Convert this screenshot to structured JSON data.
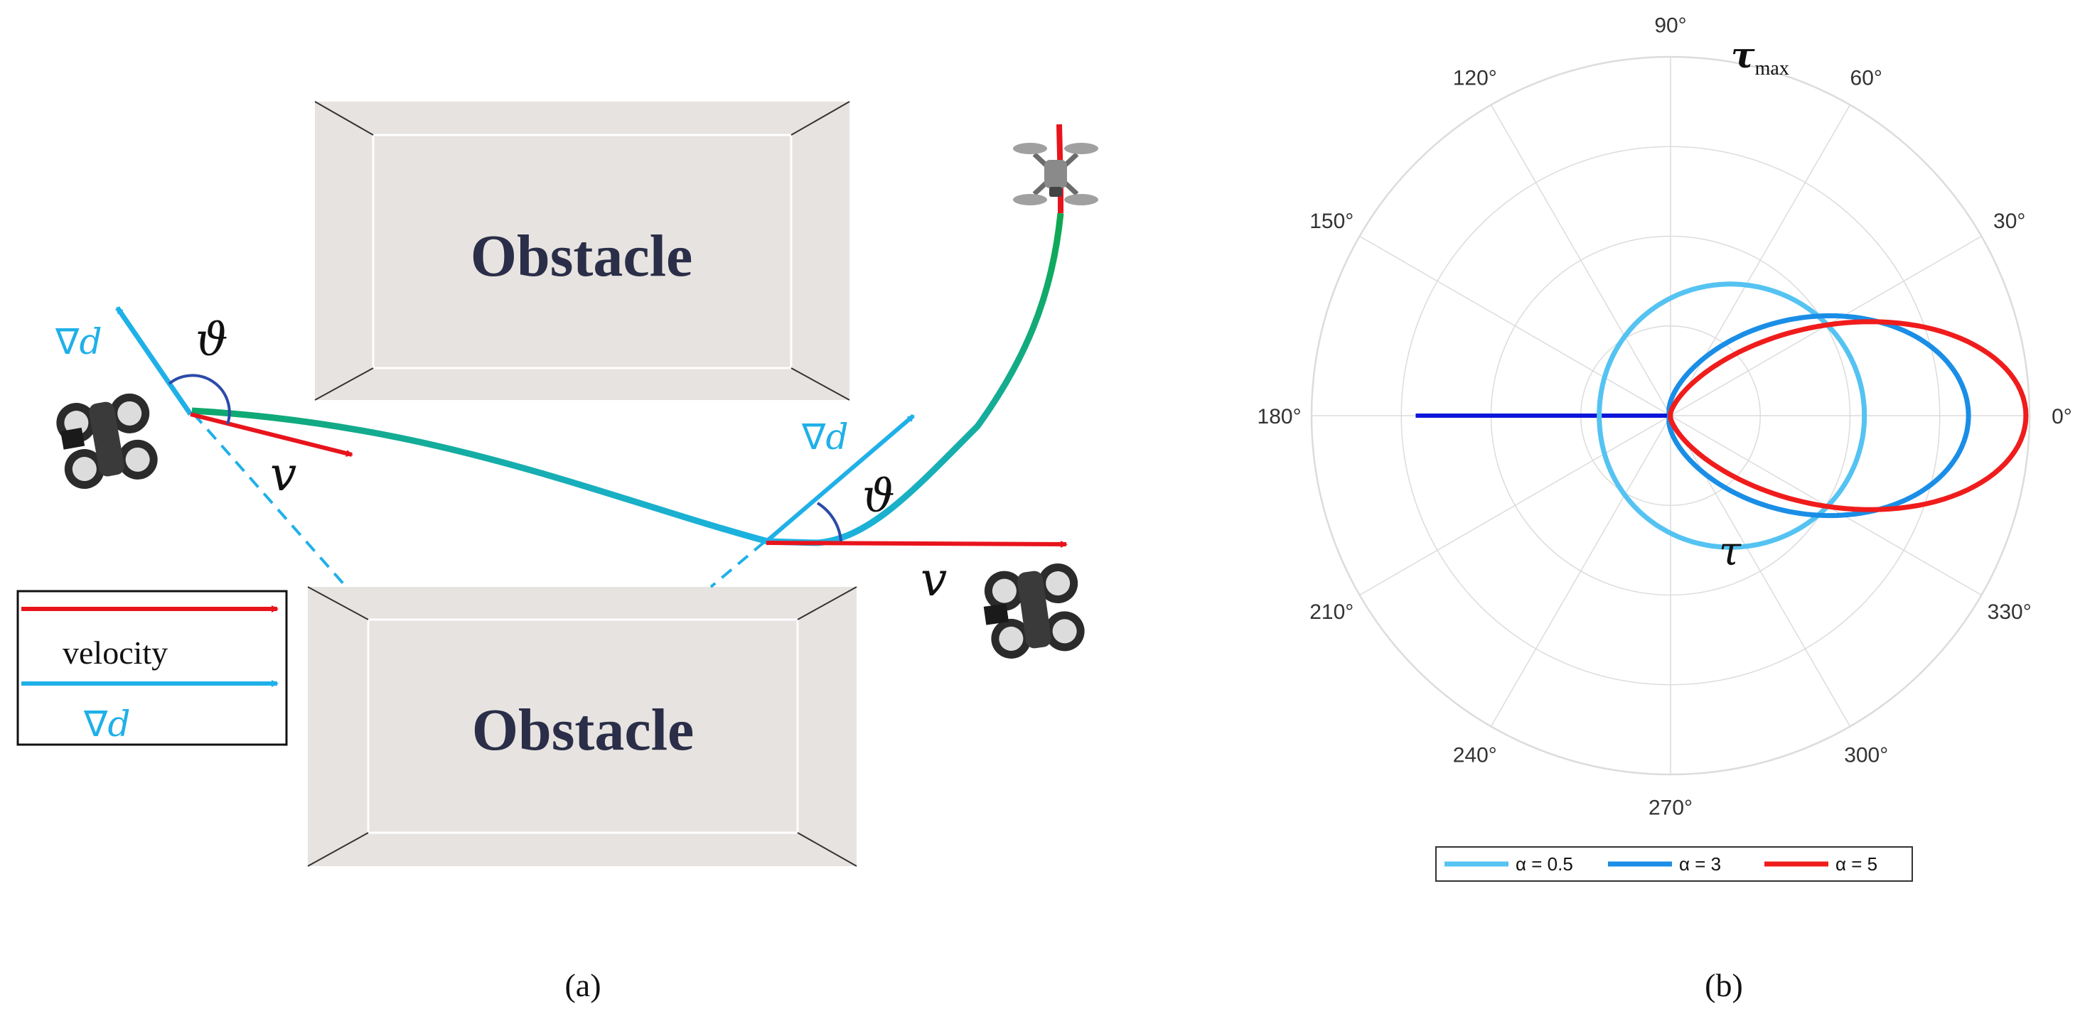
{
  "panel_a": {
    "obstacle_top_label": "Obstacle",
    "obstacle_bottom_label": "Obstacle",
    "grad_symbol": "∇",
    "grad_var": "d",
    "theta_symbol": "ϑ",
    "velocity_symbol": "v",
    "legend": {
      "velocity_label": "velocity",
      "grad_symbol": "∇",
      "grad_var": "d"
    },
    "caption": "(a)"
  },
  "panel_b": {
    "caption": "(b)",
    "tau_label": "τ",
    "tau_max_main": "τ",
    "tau_max_sub": "max",
    "legend_prefix": "α",
    "colors": {
      "alpha_0_5": "#55c3f2",
      "alpha_3": "#1a8ee6",
      "alpha_5": "#f01c1c",
      "axis_line": "#0d17d9"
    }
  },
  "chart_data": {
    "type": "polar",
    "theta_ticks": [
      "0°",
      "30°",
      "60°",
      "90°",
      "120°",
      "150°",
      "180°",
      "210°",
      "240°",
      "270°",
      "300°",
      "330°"
    ],
    "theta_tick_values": [
      0,
      30,
      60,
      90,
      120,
      150,
      180,
      210,
      240,
      270,
      300,
      330
    ],
    "rlim": [
      0,
      1
    ],
    "grid": true,
    "legend_placement": "bottom",
    "series": [
      {
        "name": "α = 0.5",
        "alpha": 0.5,
        "max_r": 0.54,
        "color": "#55c3f2"
      },
      {
        "name": "α = 3",
        "alpha": 3,
        "max_r": 0.83,
        "color": "#1a8ee6"
      },
      {
        "name": "α = 5",
        "alpha": 5,
        "max_r": 0.99,
        "color": "#f01c1c"
      }
    ],
    "reference_line": {
      "theta_deg": 180,
      "r": 0.71,
      "color": "#0d17d9"
    }
  }
}
